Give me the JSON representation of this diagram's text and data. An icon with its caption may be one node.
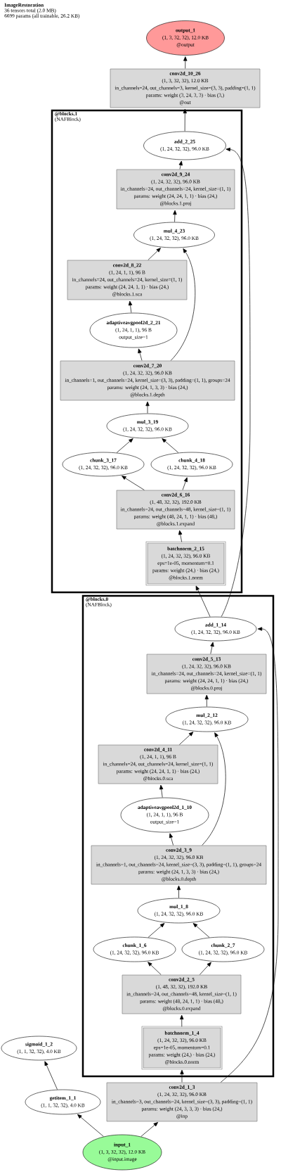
{
  "diagram": {
    "title": "ImageRestoration",
    "labels": [
      "36 tensors total (2.0 MB)",
      "6699 params (all trainable, 26.2 KB)"
    ],
    "nodes": [
      {
        "text": [
          "output_1",
          "(1, 3, 32, 32), 12.0 KB",
          "@output"
        ]
      },
      {
        "text": [
          "conv2d_10_26",
          "(1, 3, 32, 32), 12.0 KB",
          "in_channels=24, out_channels=3, kernel_size=(3, 3), padding=(1, 1)",
          "params: weight (3, 24, 3, 3) · bias (3,)",
          "@out"
        ]
      },
      {
        "text": [
          "@blocks.1",
          "(NAFBlock)"
        ]
      },
      {
        "text": [
          "add_2_25",
          "(1, 24, 32, 32), 96.0 KB"
        ],
        "in": 2
      },
      {
        "text": [
          "conv2d_9_24",
          "(1, 24, 32, 32), 96.0 KB",
          "in_channels=24, out_channels=24, kernel_size=(1, 1)",
          "params: weight (24, 24, 1, 1) · bias (24,)",
          "@blocks.1.proj"
        ],
        "in": 2
      },
      {
        "text": [
          "mul_4_23",
          "(1, 24, 32, 32), 96.0 KB"
        ],
        "in": 2
      },
      {
        "text": [
          "conv2d_8_22",
          "(1, 24, 1, 1), 96 B",
          "in_channels=24, out_channels=24, kernel_size=(1, 1)",
          "params: weight (24, 24, 1, 1) · bias (24,)",
          "@blocks.1.sca"
        ],
        "in": 2
      },
      {
        "text": [
          "adaptiveavgpool2d_2_21",
          "(1, 24, 1, 1), 96 B",
          "output_size=1"
        ],
        "in": 2
      },
      {
        "text": [
          "conv2d_7_20",
          "(1, 24, 32, 32), 96.0 KB",
          "in_channels=1, out_channels=24, kernel_size=(3, 3), padding=(1, 1), groups=24",
          "params: weight (24, 1, 3, 3) · bias (24,)",
          "@blocks.1.depth"
        ],
        "in": 2
      },
      {
        "text": [
          "mul_3_19",
          "(1, 24, 32, 32), 96.0 KB"
        ],
        "in": 2
      },
      {
        "text": [
          "chunk_3_17",
          "(1, 24, 32, 32), 96.0 KB"
        ],
        "in": 2
      },
      {
        "text": [
          "chunk_4_18",
          "(1, 24, 32, 32), 96.0 KB"
        ],
        "in": 2
      },
      {
        "text": [
          "conv2d_6_16",
          "(1, 48, 32, 32), 192.0 KB",
          "in_channels=24, out_channels=48, kernel_size=(1, 1)",
          "params: weight (48, 24, 1, 1) · bias (48,)",
          "@blocks.1.expand"
        ],
        "in": 2
      },
      {
        "text": [
          "batchnorm_2_15",
          "(1, 24, 32, 32), 96.0 KB",
          "eps=1e-05, momentum=0.1",
          "params: weight (24,) · bias (24,)",
          "@blocks.1.norm"
        ],
        "in": 2
      },
      {
        "text": [
          "@blocks.0",
          "(NAFBlock)"
        ]
      },
      {
        "text": [
          "add_1_14",
          "(1, 24, 32, 32), 96.0 KB"
        ],
        "in": 14
      },
      {
        "text": [
          "conv2d_5_13",
          "(1, 24, 32, 32), 96.0 KB",
          "in_channels=24, out_channels=24, kernel_size=(1, 1)",
          "params: weight (24, 24, 1, 1) · bias (24,)",
          "@blocks.0.proj"
        ],
        "in": 14
      },
      {
        "text": [
          "mul_2_12",
          "(1, 24, 32, 32), 96.0 KB"
        ],
        "in": 14
      },
      {
        "text": [
          "conv2d_4_11",
          "(1, 24, 1, 1), 96 B",
          "in_channels=24, out_channels=24, kernel_size=(1, 1)",
          "params: weight (24, 24, 1, 1) · bias (24,)",
          "@blocks.0.sca"
        ],
        "in": 14
      },
      {
        "text": [
          "adaptiveavgpool2d_1_10",
          "(1, 24, 1, 1), 96 B",
          "output_size=1"
        ],
        "in": 14
      },
      {
        "text": [
          "conv2d_3_9",
          "(1, 24, 32, 32), 96.0 KB",
          "in_channels=1, out_channels=24, kernel_size=(3, 3), padding=(1, 1), groups=24",
          "params: weight (24, 1, 3, 3) · bias (24,)",
          "@blocks.0.depth"
        ],
        "in": 14
      },
      {
        "text": [
          "mul_1_8",
          "(1, 24, 32, 32), 96.0 KB"
        ],
        "in": 14
      },
      {
        "text": [
          "chunk_1_6",
          "(1, 24, 32, 32), 96.0 KB"
        ],
        "in": 14
      },
      {
        "text": [
          "chunk_2_7",
          "(1, 24, 32, 32), 96.0 KB"
        ],
        "in": 14
      },
      {
        "text": [
          "conv2d_2_5",
          "(1, 48, 32, 32), 192.0 KB",
          "in_channels=24, out_channels=48, kernel_size=(1, 1)",
          "params: weight (48, 24, 1, 1) · bias (48,)",
          "@blocks.0.expand"
        ],
        "in": 14
      },
      {
        "text": [
          "batchnorm_1_4",
          "(1, 24, 32, 32), 96.0 KB",
          "eps=1e-05, momentum=0.1",
          "params: weight (24,) · bias (24,)",
          "@blocks.0.norm"
        ],
        "in": 14
      },
      {
        "text": [
          "sigmoid_1_2",
          "(1, 1, 32, 32), 4.0 KB"
        ]
      },
      {
        "text": [
          "getitem_1_1",
          "(1, 1, 32, 32), 4.0 KB"
        ]
      },
      {
        "text": [
          "conv2d_1_3",
          "(1, 24, 32, 32), 96.0 KB",
          "in_channels=3, out_channels=24, kernel_size=(3, 3), padding=(1, 1)",
          "params: weight (24, 3, 3, 3) · bias (24,)",
          "@inp"
        ]
      },
      {
        "text": [
          "input_1",
          "(1, 3, 32, 32), 12.0 KB",
          "@input.image"
        ]
      }
    ],
    "edges": [
      {
        "from": 29,
        "to": 27,
        "arrow": "to"
      },
      {
        "from": 27,
        "to": 26,
        "arrow": "to"
      },
      {
        "from": 29,
        "to": 28,
        "arrow": "to"
      },
      {
        "from": 28,
        "to": 25,
        "arrow": "to"
      },
      {
        "from": 28,
        "to": 15,
        "arrow": "to"
      },
      {
        "from": 25,
        "to": 24,
        "arrow": "to"
      },
      {
        "from": 24,
        "to": 22,
        "arrow": "to"
      },
      {
        "from": 24,
        "to": 23,
        "arrow": "to"
      },
      {
        "from": 22,
        "to": 21,
        "arrow": "to"
      },
      {
        "from": 23,
        "to": 21,
        "arrow": "to"
      },
      {
        "from": 21,
        "to": 20,
        "arrow": "to"
      },
      {
        "from": 20,
        "to": 19,
        "arrow": "to"
      },
      {
        "from": 20,
        "to": 17,
        "arrow": "to"
      },
      {
        "from": 19,
        "to": 18,
        "arrow": "to"
      },
      {
        "from": 18,
        "to": 17,
        "arrow": "to"
      },
      {
        "from": 17,
        "to": 16,
        "arrow": "to"
      },
      {
        "from": 16,
        "to": 15,
        "arrow": "to"
      },
      {
        "from": 15,
        "to": 13,
        "arrow": "to"
      },
      {
        "from": 15,
        "to": 3,
        "arrow": "to"
      },
      {
        "from": 13,
        "to": 12,
        "arrow": "to"
      },
      {
        "from": 12,
        "to": 10,
        "arrow": "to"
      },
      {
        "from": 12,
        "to": 11,
        "arrow": "to"
      },
      {
        "from": 10,
        "to": 9,
        "arrow": "to"
      },
      {
        "from": 11,
        "to": 9,
        "arrow": "to"
      },
      {
        "from": 9,
        "to": 8,
        "arrow": "to"
      },
      {
        "from": 8,
        "to": 7,
        "arrow": "to"
      },
      {
        "from": 8,
        "to": 5,
        "arrow": "to"
      },
      {
        "from": 7,
        "to": 6,
        "arrow": "to"
      },
      {
        "from": 6,
        "to": 5,
        "arrow": "to"
      },
      {
        "from": 5,
        "to": 4,
        "arrow": "to"
      },
      {
        "from": 4,
        "to": 3,
        "arrow": "to"
      },
      {
        "from": 3,
        "to": 1,
        "arrow": "to"
      },
      {
        "from": 1,
        "to": 0,
        "arrow": "to"
      }
    ]
  }
}
